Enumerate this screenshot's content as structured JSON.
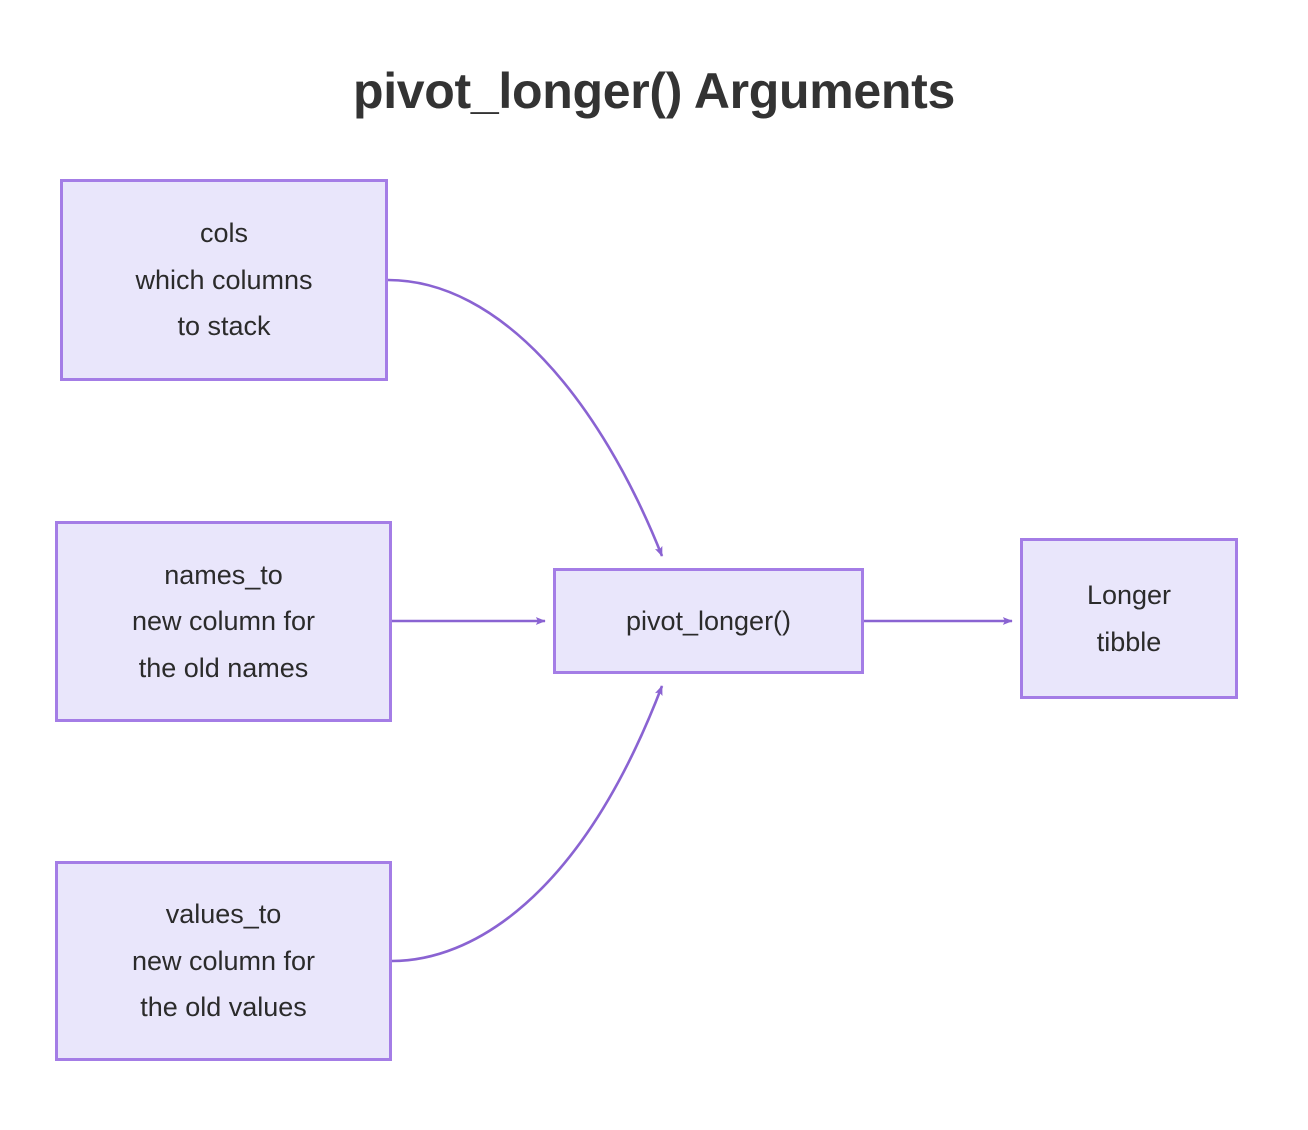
{
  "diagram": {
    "title": "pivot_longer() Arguments",
    "type": "flowchart",
    "background_color": "#ffffff",
    "node_fill_color": "#e9e6fb",
    "node_border_color": "#a47de6",
    "edge_color": "#8a63d2",
    "text_color": "#2b2b2b",
    "title_color": "#333333",
    "nodes": [
      {
        "id": "cols",
        "name": "cols",
        "lines": [
          "cols",
          "which columns",
          "to stack"
        ],
        "line1": "cols",
        "line2": "which columns",
        "line3": "to stack"
      },
      {
        "id": "names_to",
        "name": "names_to",
        "lines": [
          "names_to",
          "new column for",
          "the old names"
        ],
        "line1": "names_to",
        "line2": "new column for",
        "line3": "the old names"
      },
      {
        "id": "values_to",
        "name": "values_to",
        "lines": [
          "values_to",
          "new column for",
          "the old values"
        ],
        "line1": "values_to",
        "line2": "new column for",
        "line3": "the old values"
      },
      {
        "id": "pivot_longer",
        "name": "pivot_longer()",
        "lines": [
          "pivot_longer()"
        ],
        "line1": "pivot_longer()"
      },
      {
        "id": "output",
        "name": "Longer tibble",
        "lines": [
          "Longer",
          "tibble"
        ],
        "line1": "Longer",
        "line2": "tibble"
      }
    ],
    "edges": [
      {
        "id": "cols-to-pivot",
        "from": "cols",
        "to": "pivot_longer",
        "style": "curved",
        "label": ""
      },
      {
        "id": "names-to-pivot",
        "from": "names_to",
        "to": "pivot_longer",
        "style": "straight",
        "label": ""
      },
      {
        "id": "values-to-pivot",
        "from": "values_to",
        "to": "pivot_longer",
        "style": "curved",
        "label": ""
      },
      {
        "id": "pivot-to-output",
        "from": "pivot_longer",
        "to": "output",
        "style": "straight",
        "label": ""
      }
    ]
  }
}
